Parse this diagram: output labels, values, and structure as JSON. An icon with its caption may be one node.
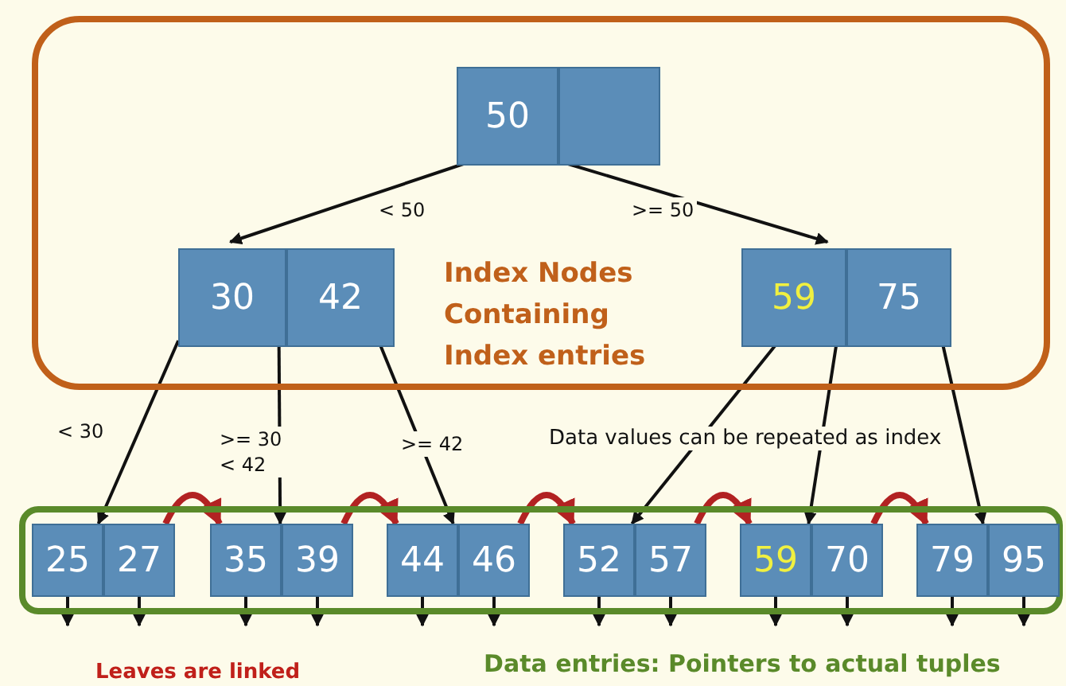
{
  "diagram": {
    "nodes": [
      {
        "text": [
          "Index Nodes Containing Index entries"
        ]
      },
      {
        "text": [
          "50"
        ],
        "in": 0
      },
      {
        "text": [],
        "shape": "box",
        "in": 0
      },
      {
        "text": [
          "30"
        ],
        "in": 0
      },
      {
        "text": [
          "42"
        ],
        "in": 0
      },
      {
        "text": [
          "59"
        ],
        "in": 0
      },
      {
        "text": [
          "75"
        ],
        "in": 0
      },
      {
        "text": [
          "Data entries: Pointers to actual tuples"
        ]
      },
      {
        "text": [
          "25"
        ],
        "in": 7
      },
      {
        "text": [
          "27"
        ],
        "in": 7
      },
      {
        "text": [
          "35"
        ],
        "in": 7
      },
      {
        "text": [
          "39"
        ],
        "in": 7
      },
      {
        "text": [
          "44"
        ],
        "in": 7
      },
      {
        "text": [
          "46"
        ],
        "in": 7
      },
      {
        "text": [
          "52"
        ],
        "in": 7
      },
      {
        "text": [
          "57"
        ],
        "in": 7
      },
      {
        "text": [
          "59"
        ],
        "in": 7
      },
      {
        "text": [
          "70"
        ],
        "in": 7
      },
      {
        "text": [
          "79"
        ],
        "in": 7
      },
      {
        "text": [
          "95"
        ],
        "in": 7
      }
    ],
    "edges": [
      {
        "from": 1,
        "to": 3,
        "arrow": "to",
        "label": "< 50"
      },
      {
        "from": 1,
        "to": 5,
        "arrow": "to",
        "label": ">= 50"
      },
      {
        "from": 3,
        "to": 8,
        "arrow": "to",
        "label": "< 30"
      },
      {
        "from": 3,
        "to": 10,
        "arrow": "to",
        "label": ">= 30 < 42"
      },
      {
        "from": 4,
        "to": 12,
        "arrow": "to",
        "label": ">= 42"
      },
      {
        "from": 5,
        "to": 14,
        "arrow": "to"
      },
      {
        "from": 5,
        "to": 16,
        "arrow": "to"
      },
      {
        "from": 6,
        "to": 18,
        "arrow": "to"
      },
      {
        "from": 9,
        "to": 10,
        "arrow": "to",
        "style": "thick",
        "color": "#b22222"
      },
      {
        "from": 11,
        "to": 12,
        "arrow": "to",
        "style": "thick",
        "color": "#b22222"
      },
      {
        "from": 13,
        "to": 14,
        "arrow": "to",
        "style": "thick",
        "color": "#b22222"
      },
      {
        "from": 15,
        "to": 16,
        "arrow": "to",
        "style": "thick",
        "color": "#b22222"
      },
      {
        "from": 17,
        "to": 18,
        "arrow": "to",
        "style": "thick",
        "color": "#b22222"
      },
      {
        "from": 8,
        "to": null,
        "arrow": "to"
      },
      {
        "from": 9,
        "to": null,
        "arrow": "to"
      },
      {
        "from": 10,
        "to": null,
        "arrow": "to"
      },
      {
        "from": 11,
        "to": null,
        "arrow": "to"
      },
      {
        "from": 12,
        "to": null,
        "arrow": "to"
      },
      {
        "from": 13,
        "to": null,
        "arrow": "to"
      },
      {
        "from": 14,
        "to": null,
        "arrow": "to"
      },
      {
        "from": 15,
        "to": null,
        "arrow": "to"
      },
      {
        "from": 16,
        "to": null,
        "arrow": "to"
      },
      {
        "from": 17,
        "to": null,
        "arrow": "to"
      },
      {
        "from": 18,
        "to": null,
        "arrow": "to"
      },
      {
        "from": 19,
        "to": null,
        "arrow": "to"
      }
    ],
    "labels": [
      "Data values can be repeated as index",
      "Leaves are linked"
    ]
  }
}
